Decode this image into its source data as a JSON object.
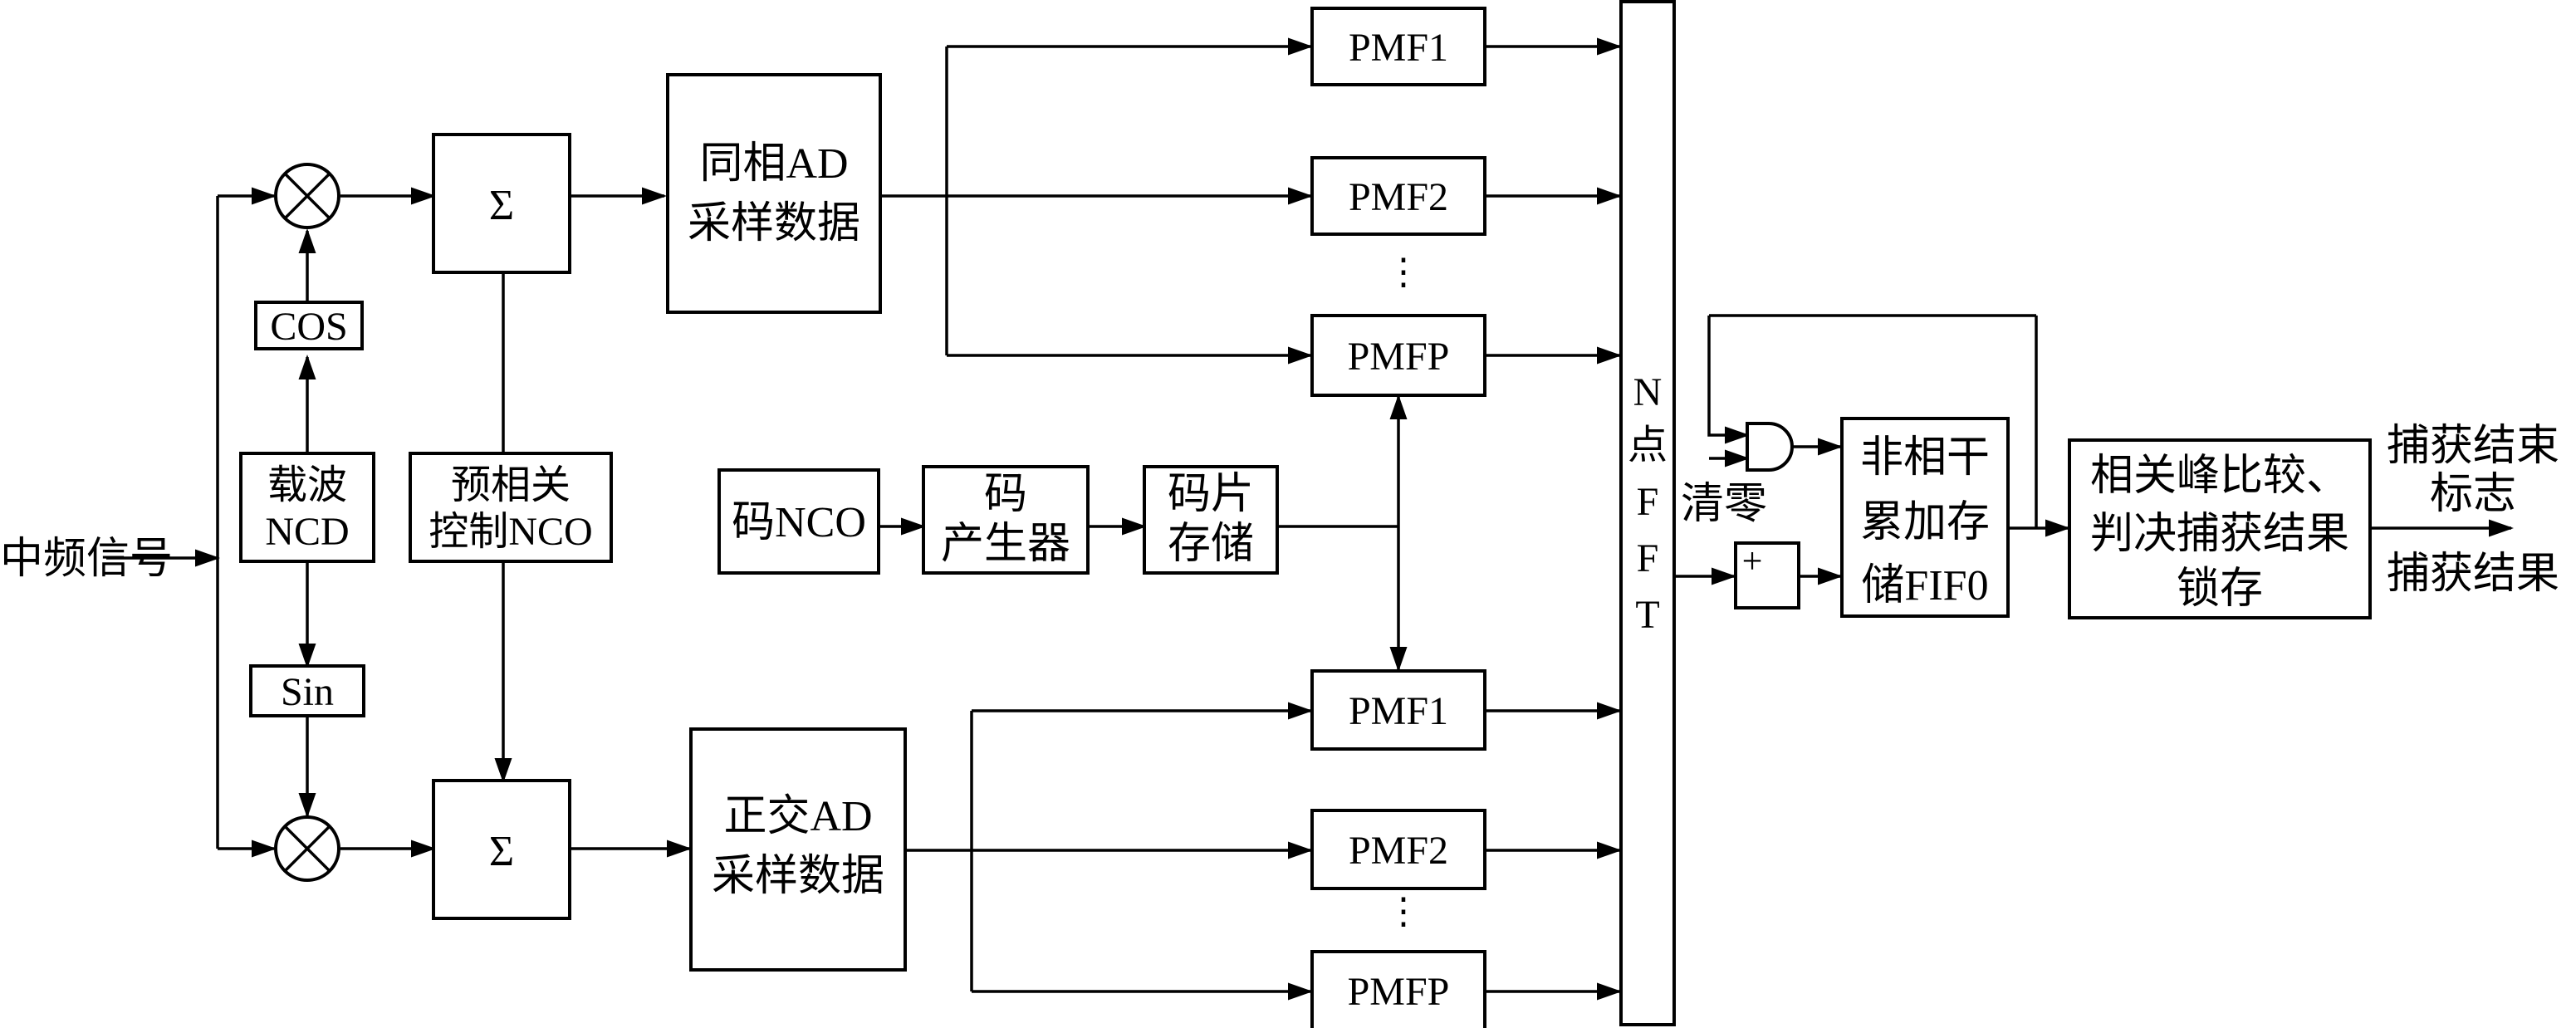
{
  "input_label": "中频信号",
  "cos_label": "COS",
  "sin_label": "Sin",
  "carrier_nco": [
    "载波",
    "NCD"
  ],
  "precorr_nco": [
    "预相关",
    "控制NCO"
  ],
  "sum_symbol": "Σ",
  "inphase_block": [
    "同相AD",
    "采样数据"
  ],
  "quad_block": [
    "正交AD",
    "采样数据"
  ],
  "code_nco": "码NCO",
  "code_gen": [
    "码",
    "产生器"
  ],
  "chip_store": [
    "码片",
    "存储"
  ],
  "pmf_upper": [
    "PMF1",
    "PMF2",
    "PMFP"
  ],
  "pmf_lower": [
    "PMF1",
    "PMF2",
    "PMFP"
  ],
  "ellipsis": "⋮",
  "fft_label": [
    "N",
    "点",
    "F",
    "F",
    "T"
  ],
  "clear_label": "清零",
  "plus_sign": "+",
  "noncoh_block": [
    "非相干",
    "累加存",
    "储FIF0"
  ],
  "compare_block": [
    "相关峰比较、",
    "判决捕获结果",
    "锁存"
  ],
  "out_flag": [
    "捕获结束",
    "标志"
  ],
  "out_result": "捕获结果"
}
